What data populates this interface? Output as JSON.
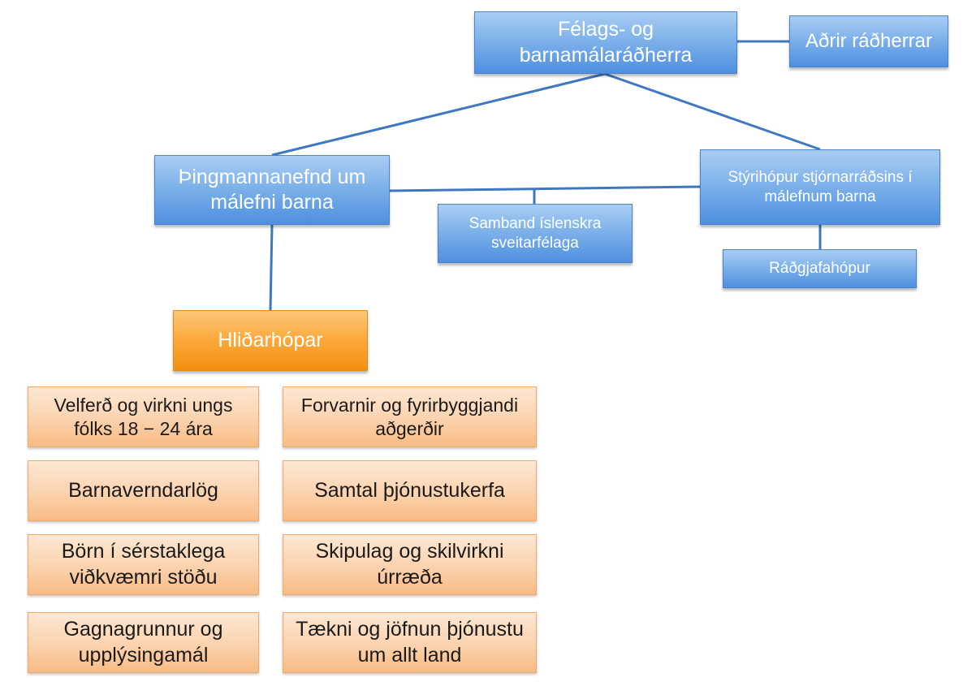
{
  "nodes": {
    "minister": "Félags- og barnamálaráðherra",
    "other_ministers": "Aðrir ráðherrar",
    "parliament_committee": "Þingmannanefnd um málefni barna",
    "local_authorities": "Samband íslenskra sveitarfélaga",
    "steering_group": "Stýrihópur stjórnarráðsins í málefnum barna",
    "advisory_group": "Ráðgjafahópur",
    "side_groups": "Hliðarhópar"
  },
  "side_group_items": [
    "Velferð og virkni ungs fólks 18 − 24 ára",
    "Forvarnir og fyrirbyggjandi aðgerðir",
    "Barnaverndarlög",
    "Samtal þjónustukerfa",
    "Börn í sérstaklega viðkvæmri stöðu",
    "Skipulag og skilvirkni úrræða",
    "Gagnagrunnur og upplýsingamál",
    "Tækni og jöfnun þjónustu um allt land"
  ],
  "colors": {
    "primary_node": "#6ea6e8",
    "side_group_header": "#f99d24",
    "side_group_item": "#fbd2ad",
    "connector": "#3f78c2"
  }
}
